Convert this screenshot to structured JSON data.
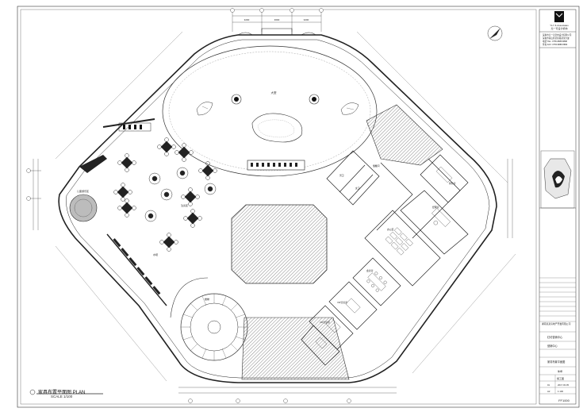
{
  "drawing": {
    "title": "家具布置平面图",
    "title_en": "PLAN",
    "scale": "SCALE 1/100",
    "sheet_no": "FF1000"
  },
  "title_block": {
    "firm_name_en": "YLY & Associates",
    "firm_name_cn": "尤一可设计机构",
    "firm_lines": [
      "深圳市尤一可室内设计有限公司",
      "深圳市南山区某某路某某大厦",
      "电话 TEL: 0755-8888 8888",
      "传真 FAX: 0755-8888 8889"
    ],
    "client": "湖南某某房地产开发有限公司",
    "project": "红坊营销中心",
    "area": "营销中心",
    "drawing_name": "家具布置平面图",
    "designer": "朱坤",
    "stage": "施工图",
    "rev": "01",
    "date": "2017.03.05",
    "sheet": "A2",
    "scale": "1:100"
  },
  "rooms": {
    "hall_top": "大堂",
    "kids_area": "儿童游乐区",
    "negotiation": "洽谈区",
    "water_bar": "水吧",
    "finance": "财务室",
    "office_area": "办公区",
    "manager": "经理室",
    "meeting": "会议室",
    "vip1": "VIP洽谈室",
    "vip2": "VIP洽谈室",
    "wc_m": "男卫",
    "wc_f": "女卫",
    "storage": "储藏间",
    "stair": "楼梯"
  },
  "dims_top": [
    "3200",
    "3600",
    "3200"
  ],
  "colors": {
    "line": "#222222",
    "hatch": "#9a9a9a",
    "fill_dark": "#111111"
  }
}
